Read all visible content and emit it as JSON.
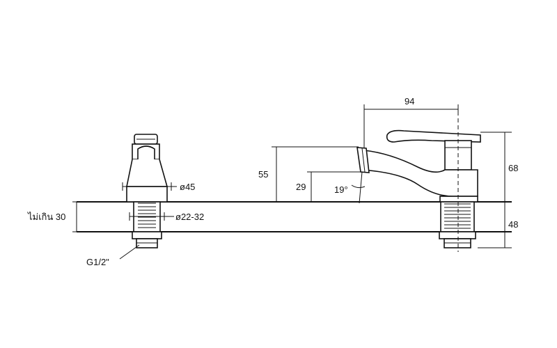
{
  "labels": {
    "max_depth": "ไม่เกิน 30",
    "dia_45": "ø45",
    "dia_22_32": "ø22-32",
    "thread": "G1/2\"",
    "dim_55": "55",
    "dim_29": "29",
    "angle_19": "19°",
    "dim_94": "94",
    "dim_68": "68",
    "dim_48": "48"
  }
}
